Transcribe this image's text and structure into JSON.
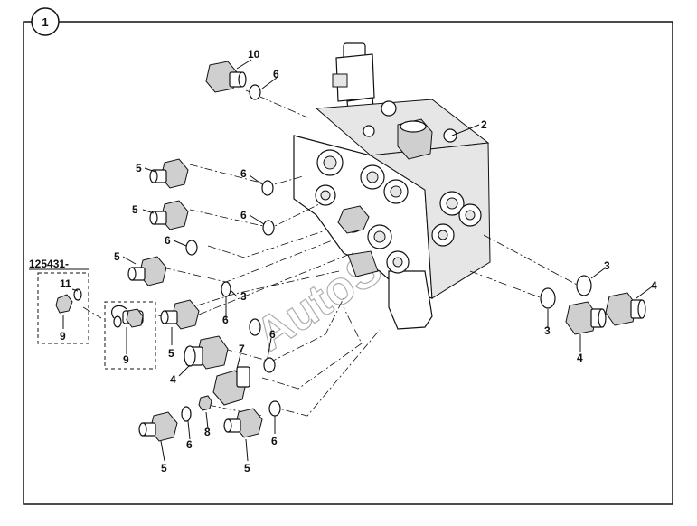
{
  "figure": {
    "view_number": "1",
    "serial_note": "125431-",
    "watermark": "AutoSoft",
    "callouts": [
      {
        "id": "c10",
        "text": "10"
      },
      {
        "id": "c2",
        "text": "2"
      },
      {
        "id": "c6a",
        "text": "6"
      },
      {
        "id": "c5a",
        "text": "5"
      },
      {
        "id": "c6b",
        "text": "6"
      },
      {
        "id": "c5b",
        "text": "5"
      },
      {
        "id": "c6c",
        "text": "6"
      },
      {
        "id": "c6d",
        "text": "6"
      },
      {
        "id": "c5c",
        "text": "5"
      },
      {
        "id": "c11",
        "text": "11"
      },
      {
        "id": "c9a",
        "text": "9"
      },
      {
        "id": "c9b",
        "text": "9"
      },
      {
        "id": "c6e",
        "text": "6"
      },
      {
        "id": "c3a",
        "text": "3"
      },
      {
        "id": "c5d",
        "text": "5"
      },
      {
        "id": "c7",
        "text": "7"
      },
      {
        "id": "c6f",
        "text": "6"
      },
      {
        "id": "c4a",
        "text": "4"
      },
      {
        "id": "c6g",
        "text": "6"
      },
      {
        "id": "c8",
        "text": "8"
      },
      {
        "id": "c5e",
        "text": "5"
      },
      {
        "id": "c6h",
        "text": "6"
      },
      {
        "id": "c5f",
        "text": "5"
      },
      {
        "id": "c3b",
        "text": "3"
      },
      {
        "id": "c4b",
        "text": "4"
      },
      {
        "id": "c3c",
        "text": "3"
      },
      {
        "id": "c4c",
        "text": "4"
      }
    ]
  }
}
